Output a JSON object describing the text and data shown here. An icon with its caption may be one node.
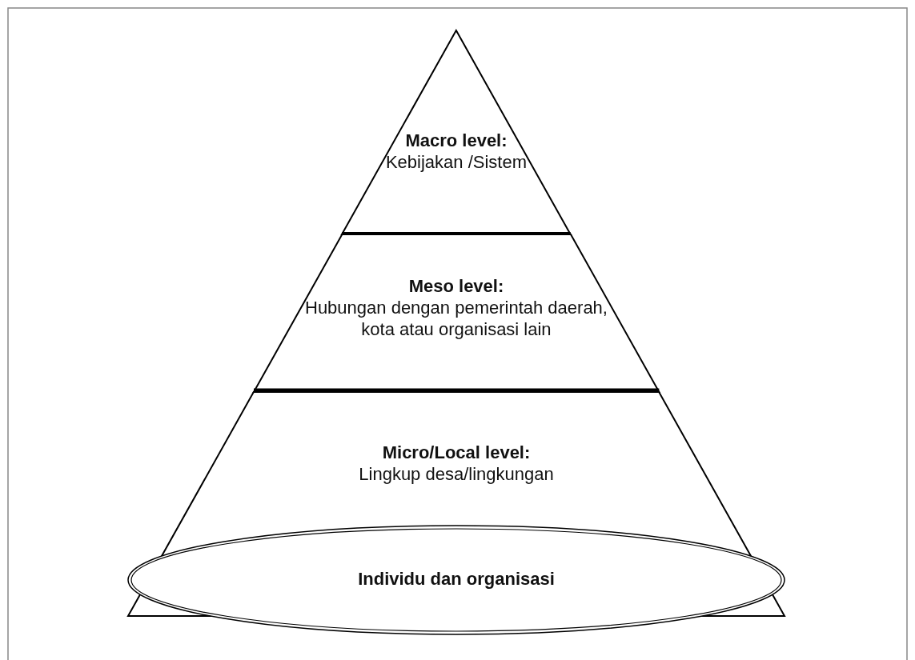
{
  "diagram": {
    "nodes": [
      {
        "text": [
          "Macro level:",
          "Kebijakan /Sistem"
        ]
      },
      {
        "text": [
          "Meso level:",
          "Hubungan dengan pemerintah daerah, kota atau organisasi lain"
        ]
      },
      {
        "text": [
          "Micro/Local level:",
          "Lingkup desa/lingkungan"
        ]
      },
      {
        "text": [
          "Individu dan organisasi"
        ]
      }
    ]
  }
}
